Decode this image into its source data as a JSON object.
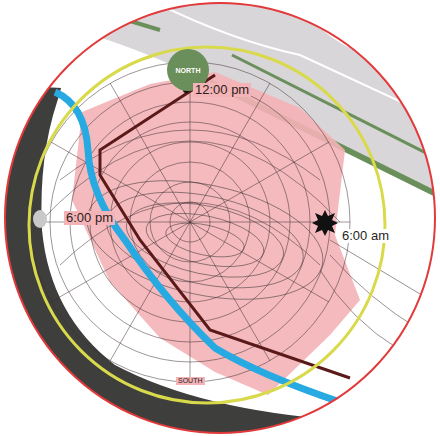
{
  "diagram": {
    "nodes": [
      {
        "text": [
          "NORTH"
        ]
      }
    ],
    "labels": [
      "12:00 pm",
      "6:00 pm",
      "6:00 am",
      "SOUTH"
    ]
  }
}
